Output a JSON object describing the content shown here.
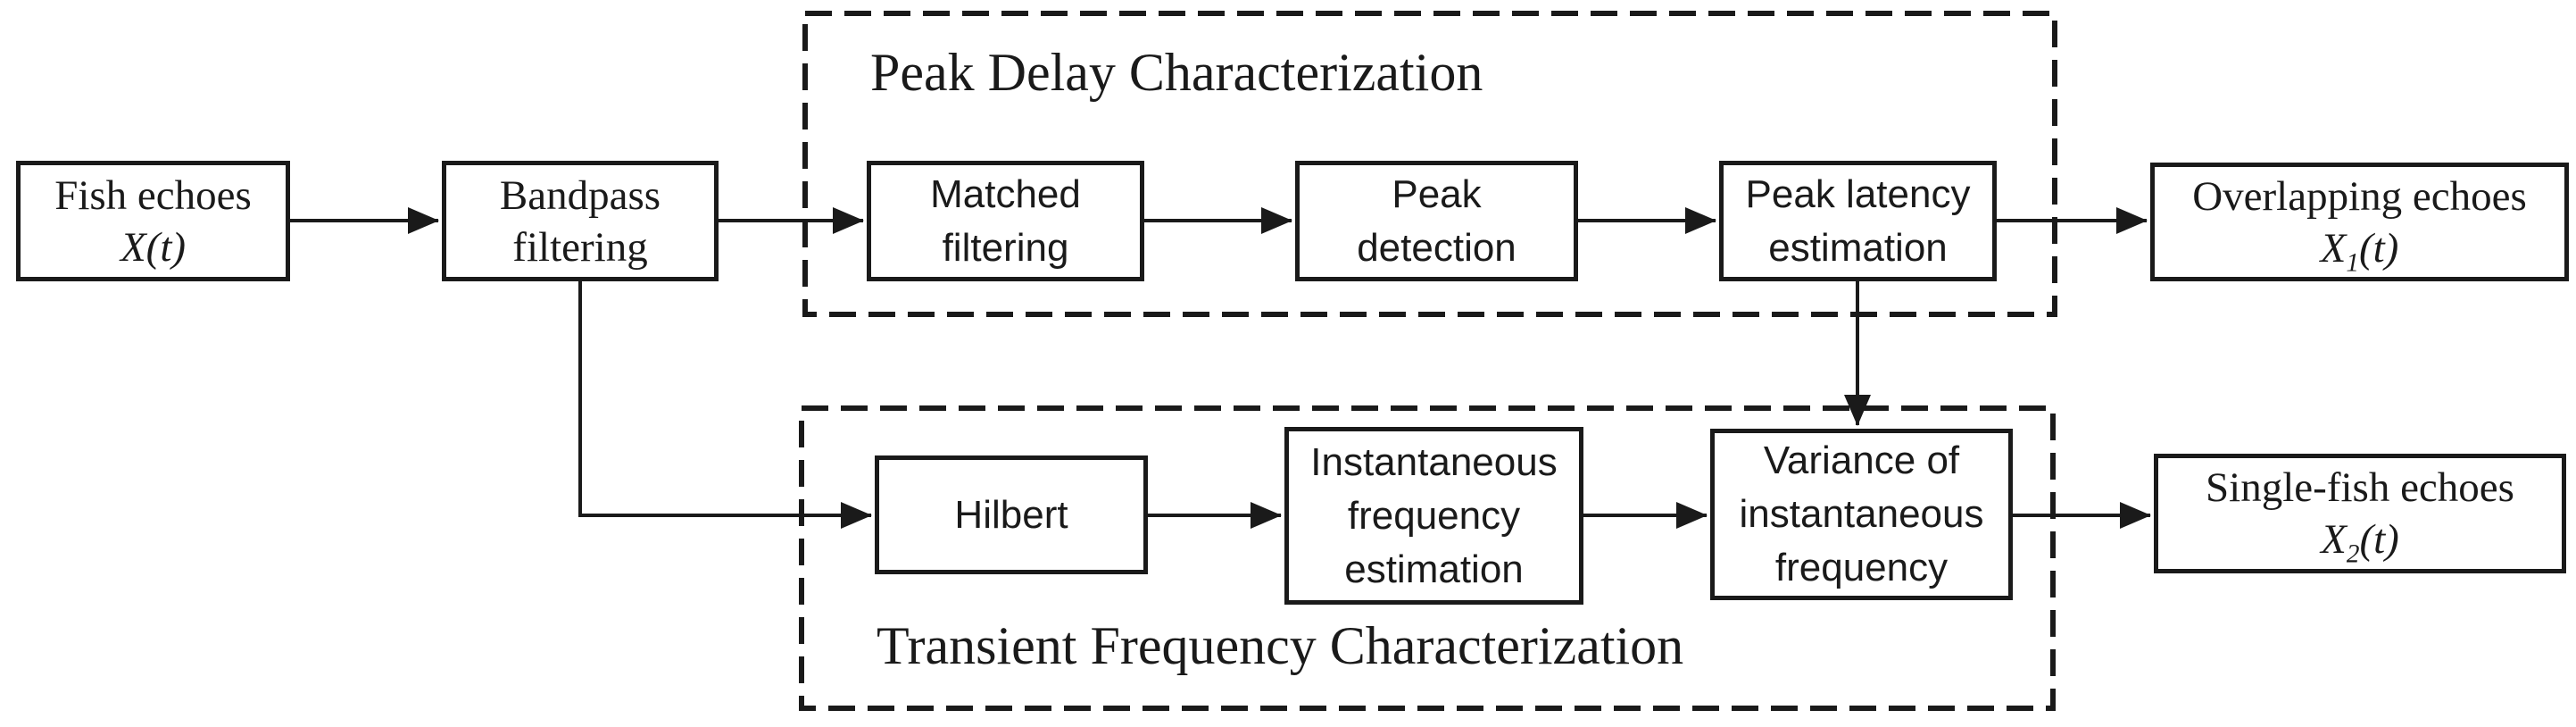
{
  "diagram": {
    "background_color": "#ffffff",
    "line_color": "#1a1a1a",
    "groups": {
      "peak_delay": {
        "title": "Peak Delay Characterization"
      },
      "transient": {
        "title": "Transient Frequency Characterization"
      }
    },
    "nodes": {
      "fish": {
        "line1": "Fish echoes",
        "math_base": "X",
        "math_sub": "",
        "math_args": "(t)"
      },
      "bandpass": {
        "line1": "Bandpass",
        "line2": "filtering"
      },
      "matched": {
        "line1": "Matched",
        "line2": "filtering"
      },
      "peak_detection": {
        "line1": "Peak",
        "line2": "detection"
      },
      "peak_latency": {
        "line1": "Peak latency",
        "line2": "estimation"
      },
      "overlapping": {
        "line1": "Overlapping echoes",
        "math_base": "X",
        "math_sub": "1",
        "math_args": "(t)"
      },
      "hilbert": {
        "line1": "Hilbert"
      },
      "inst_freq": {
        "line1": "Instantaneous",
        "line2": "frequency",
        "line3": "estimation"
      },
      "variance": {
        "line1": "Variance of",
        "line2": "instantaneous",
        "line3": "frequency"
      },
      "single_fish": {
        "line1": "Single-fish echoes",
        "math_base": "X",
        "math_sub": "2",
        "math_args": "(t)"
      }
    }
  }
}
